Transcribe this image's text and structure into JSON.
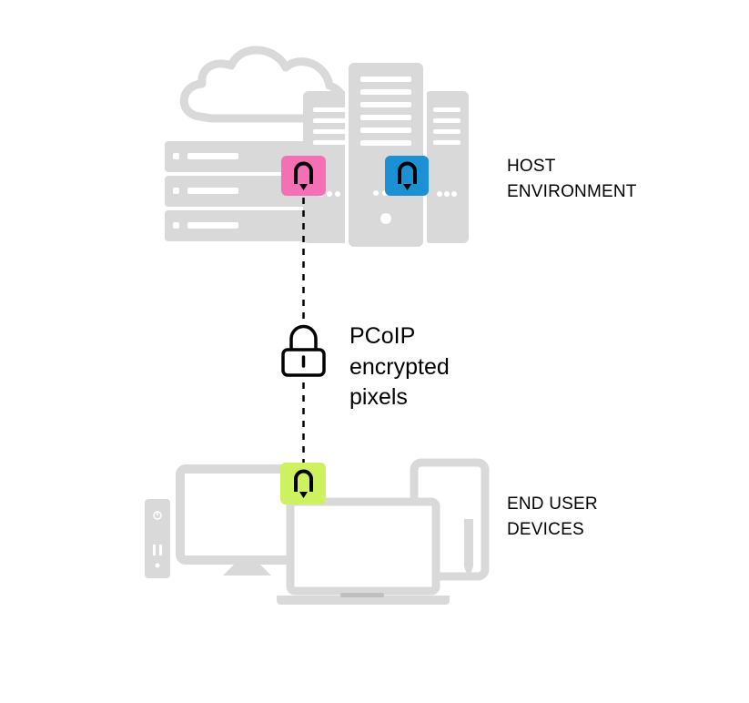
{
  "host": {
    "label_lines": [
      "HOST",
      "ENVIRONMENT"
    ]
  },
  "connection": {
    "label_lines": [
      "PCoIP",
      "encrypted",
      "pixels"
    ]
  },
  "devices": {
    "label_lines": [
      "END USER",
      "DEVICES"
    ]
  },
  "colors": {
    "device_gray": "#d9d9d9",
    "device_dark": "#bfbfbf",
    "badge_pink": "#f46fb4",
    "badge_blue": "#1d8fd3",
    "badge_green": "#cdf15f",
    "line": "#000000"
  },
  "icons": {
    "badge": "pcoip-agent-icon",
    "lock": "padlock-icon"
  }
}
